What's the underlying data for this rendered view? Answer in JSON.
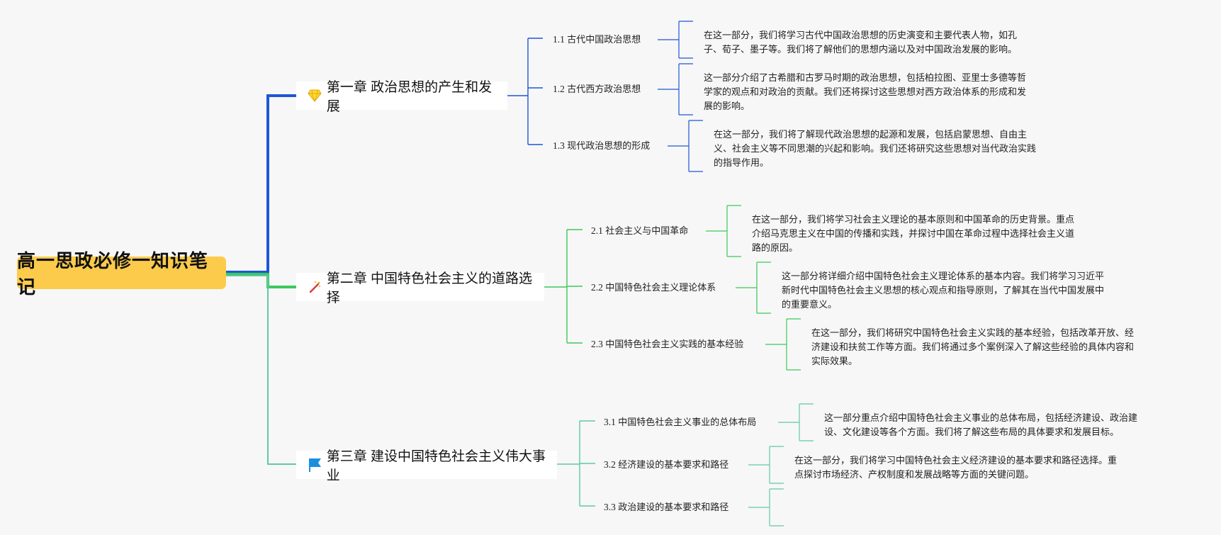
{
  "root": {
    "title": "高一思政必修一知识笔记"
  },
  "colors": {
    "root_bg": "#fccb4b",
    "chapter1": "#1e56d6",
    "chapter2": "#3cc85a",
    "chapter3": "#5fc9a8"
  },
  "chapters": [
    {
      "icon": "gem-icon",
      "title": "第一章 政治思想的产生和发展",
      "sections": [
        {
          "num": "1.1",
          "title": "古代中国政治思想",
          "desc": [
            "在这一部分，我们将学习古代中国政治思想的历史演变和主要代表人物，如孔",
            "子、荀子、墨子等。我们将了解他们的思想内涵以及对中国政治发展的影响。"
          ]
        },
        {
          "num": "1.2",
          "title": "古代西方政治思想",
          "desc": [
            "这一部分介绍了古希腊和古罗马时期的政治思想，包括柏拉图、亚里士多德等哲",
            "学家的观点和对政治的贡献。我们还将探讨这些思想对西方政治体系的形成和发",
            "展的影响。"
          ]
        },
        {
          "num": "1.3",
          "title": "现代政治思想的形成",
          "desc": [
            "在这一部分，我们将了解现代政治思想的起源和发展，包括启蒙思想、自由主",
            "义、社会主义等不同思潮的兴起和影响。我们还将研究这些思想对当代政治实践",
            "的指导作用。"
          ]
        }
      ]
    },
    {
      "icon": "wand-icon",
      "title": "第二章 中国特色社会主义的道路选择",
      "sections": [
        {
          "num": "2.1",
          "title": "社会主义与中国革命",
          "desc": [
            "在这一部分，我们将学习社会主义理论的基本原则和中国革命的历史背景。重点",
            "介绍马克思主义在中国的传播和实践，并探讨中国在革命过程中选择社会主义道",
            "路的原因。"
          ]
        },
        {
          "num": "2.2",
          "title": "中国特色社会主义理论体系",
          "desc": [
            "这一部分将详细介绍中国特色社会主义理论体系的基本内容。我们将学习习近平",
            "新时代中国特色社会主义思想的核心观点和指导原则，了解其在当代中国发展中",
            "的重要意义。"
          ]
        },
        {
          "num": "2.3",
          "title": "中国特色社会主义实践的基本经验",
          "desc": [
            "在这一部分，我们将研究中国特色社会主义实践的基本经验，包括改革开放、经",
            "济建设和扶贫工作等方面。我们将通过多个案例深入了解这些经验的具体内容和",
            "实际效果。"
          ]
        }
      ]
    },
    {
      "icon": "flag-icon",
      "title": "第三章 建设中国特色社会主义伟大事业",
      "sections": [
        {
          "num": "3.1",
          "title": "中国特色社会主义事业的总体布局",
          "desc": [
            "这一部分重点介绍中国特色社会主义事业的总体布局，包括经济建设、政治建",
            "设、文化建设等各个方面。我们将了解这些布局的具体要求和发展目标。"
          ]
        },
        {
          "num": "3.2",
          "title": "经济建设的基本要求和路径",
          "desc": [
            "在这一部分，我们将学习中国特色社会主义经济建设的基本要求和路径选择。重",
            "点探讨市场经济、产权制度和发展战略等方面的关键问题。"
          ]
        },
        {
          "num": "3.3",
          "title": "政治建设的基本要求和路径",
          "desc": []
        }
      ]
    }
  ]
}
